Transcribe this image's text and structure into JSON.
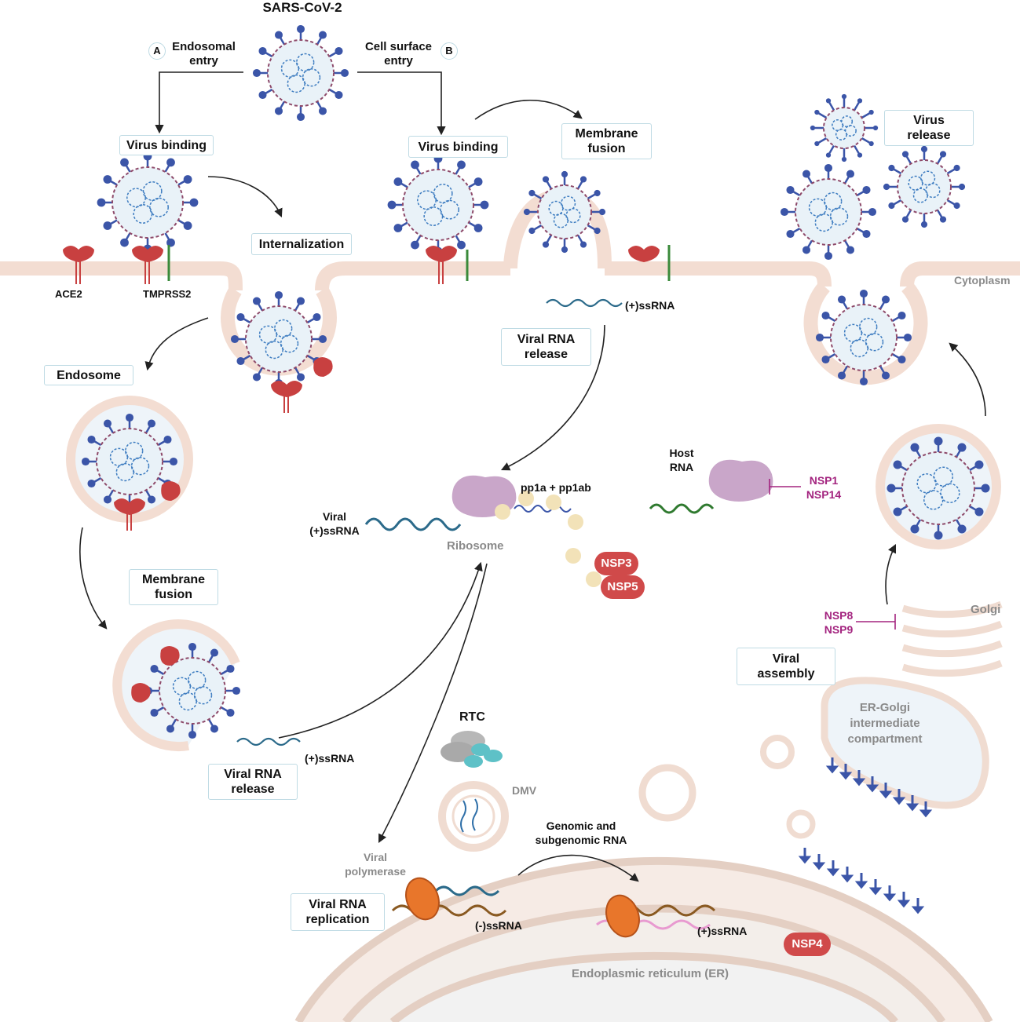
{
  "title": "SARS-CoV-2",
  "entry": {
    "a_marker": "A",
    "a_label_line1": "Endosomal",
    "a_label_line2": "entry",
    "b_marker": "B",
    "b_label_line1": "Cell surface",
    "b_label_line2": "entry"
  },
  "steps": {
    "virus_binding_a": "Virus binding",
    "virus_binding_b": "Virus binding",
    "internalization": "Internalization",
    "membrane_fusion_top_1": "Membrane",
    "membrane_fusion_top_2": "fusion",
    "endosome": "Endosome",
    "membrane_fusion_left_1": "Membrane",
    "membrane_fusion_left_2": "fusion",
    "viral_rna_release_top_1": "Viral RNA",
    "viral_rna_release_top_2": "release",
    "viral_rna_release_bottom_1": "Viral RNA",
    "viral_rna_release_bottom_2": "release",
    "virus_release_1": "Virus",
    "virus_release_2": "release",
    "viral_assembly_1": "Viral",
    "viral_assembly_2": "assembly",
    "viral_rna_replication_1": "Viral RNA",
    "viral_rna_replication_2": "replication"
  },
  "labels": {
    "ace2": "ACE2",
    "tmprss2": "TMPRSS2",
    "cytoplasm": "Cytoplasm",
    "plus_ssrna_top": "(+)ssRNA",
    "plus_ssrna_left": "(+)ssRNA",
    "viral_plus_ssrna_1": "Viral",
    "viral_plus_ssrna_2": "(+)ssRNA",
    "ribosome": "Ribosome",
    "pp1a": "pp1a + pp1ab",
    "host_rna_1": "Host",
    "host_rna_2": "RNA",
    "rtc": "RTC",
    "dmv": "DMV",
    "genomic_1": "Genomic and",
    "genomic_2": "subgenomic RNA",
    "viral_polymerase_1": "Viral",
    "viral_polymerase_2": "polymerase",
    "minus_ssrna": "(-)ssRNA",
    "plus_ssrna_er": "(+)ssRNA",
    "er": "Endoplasmic reticulum (ER)",
    "golgi": "Golgi",
    "ergic_1": "ER-Golgi",
    "ergic_2": "intermediate",
    "ergic_3": "compartment"
  },
  "proteins": {
    "nsp3": "NSP3",
    "nsp5": "NSP5",
    "nsp4": "NSP4",
    "nsp1": "NSP1",
    "nsp14": "NSP14",
    "nsp8": "NSP8",
    "nsp9": "NSP9"
  },
  "colors": {
    "membrane": "#f3ddd2",
    "membrane_edge": "#d8b2a2",
    "spike": "#3b55a8",
    "virus_fill": "#e9f2f8",
    "ace2": "#c84040",
    "tmprss2": "#3a8a3a",
    "ribosome": "#c9a6c9",
    "inhibitor": "#a3247f",
    "nsp": "#d04a4a",
    "polymerase": "#e8762b"
  }
}
